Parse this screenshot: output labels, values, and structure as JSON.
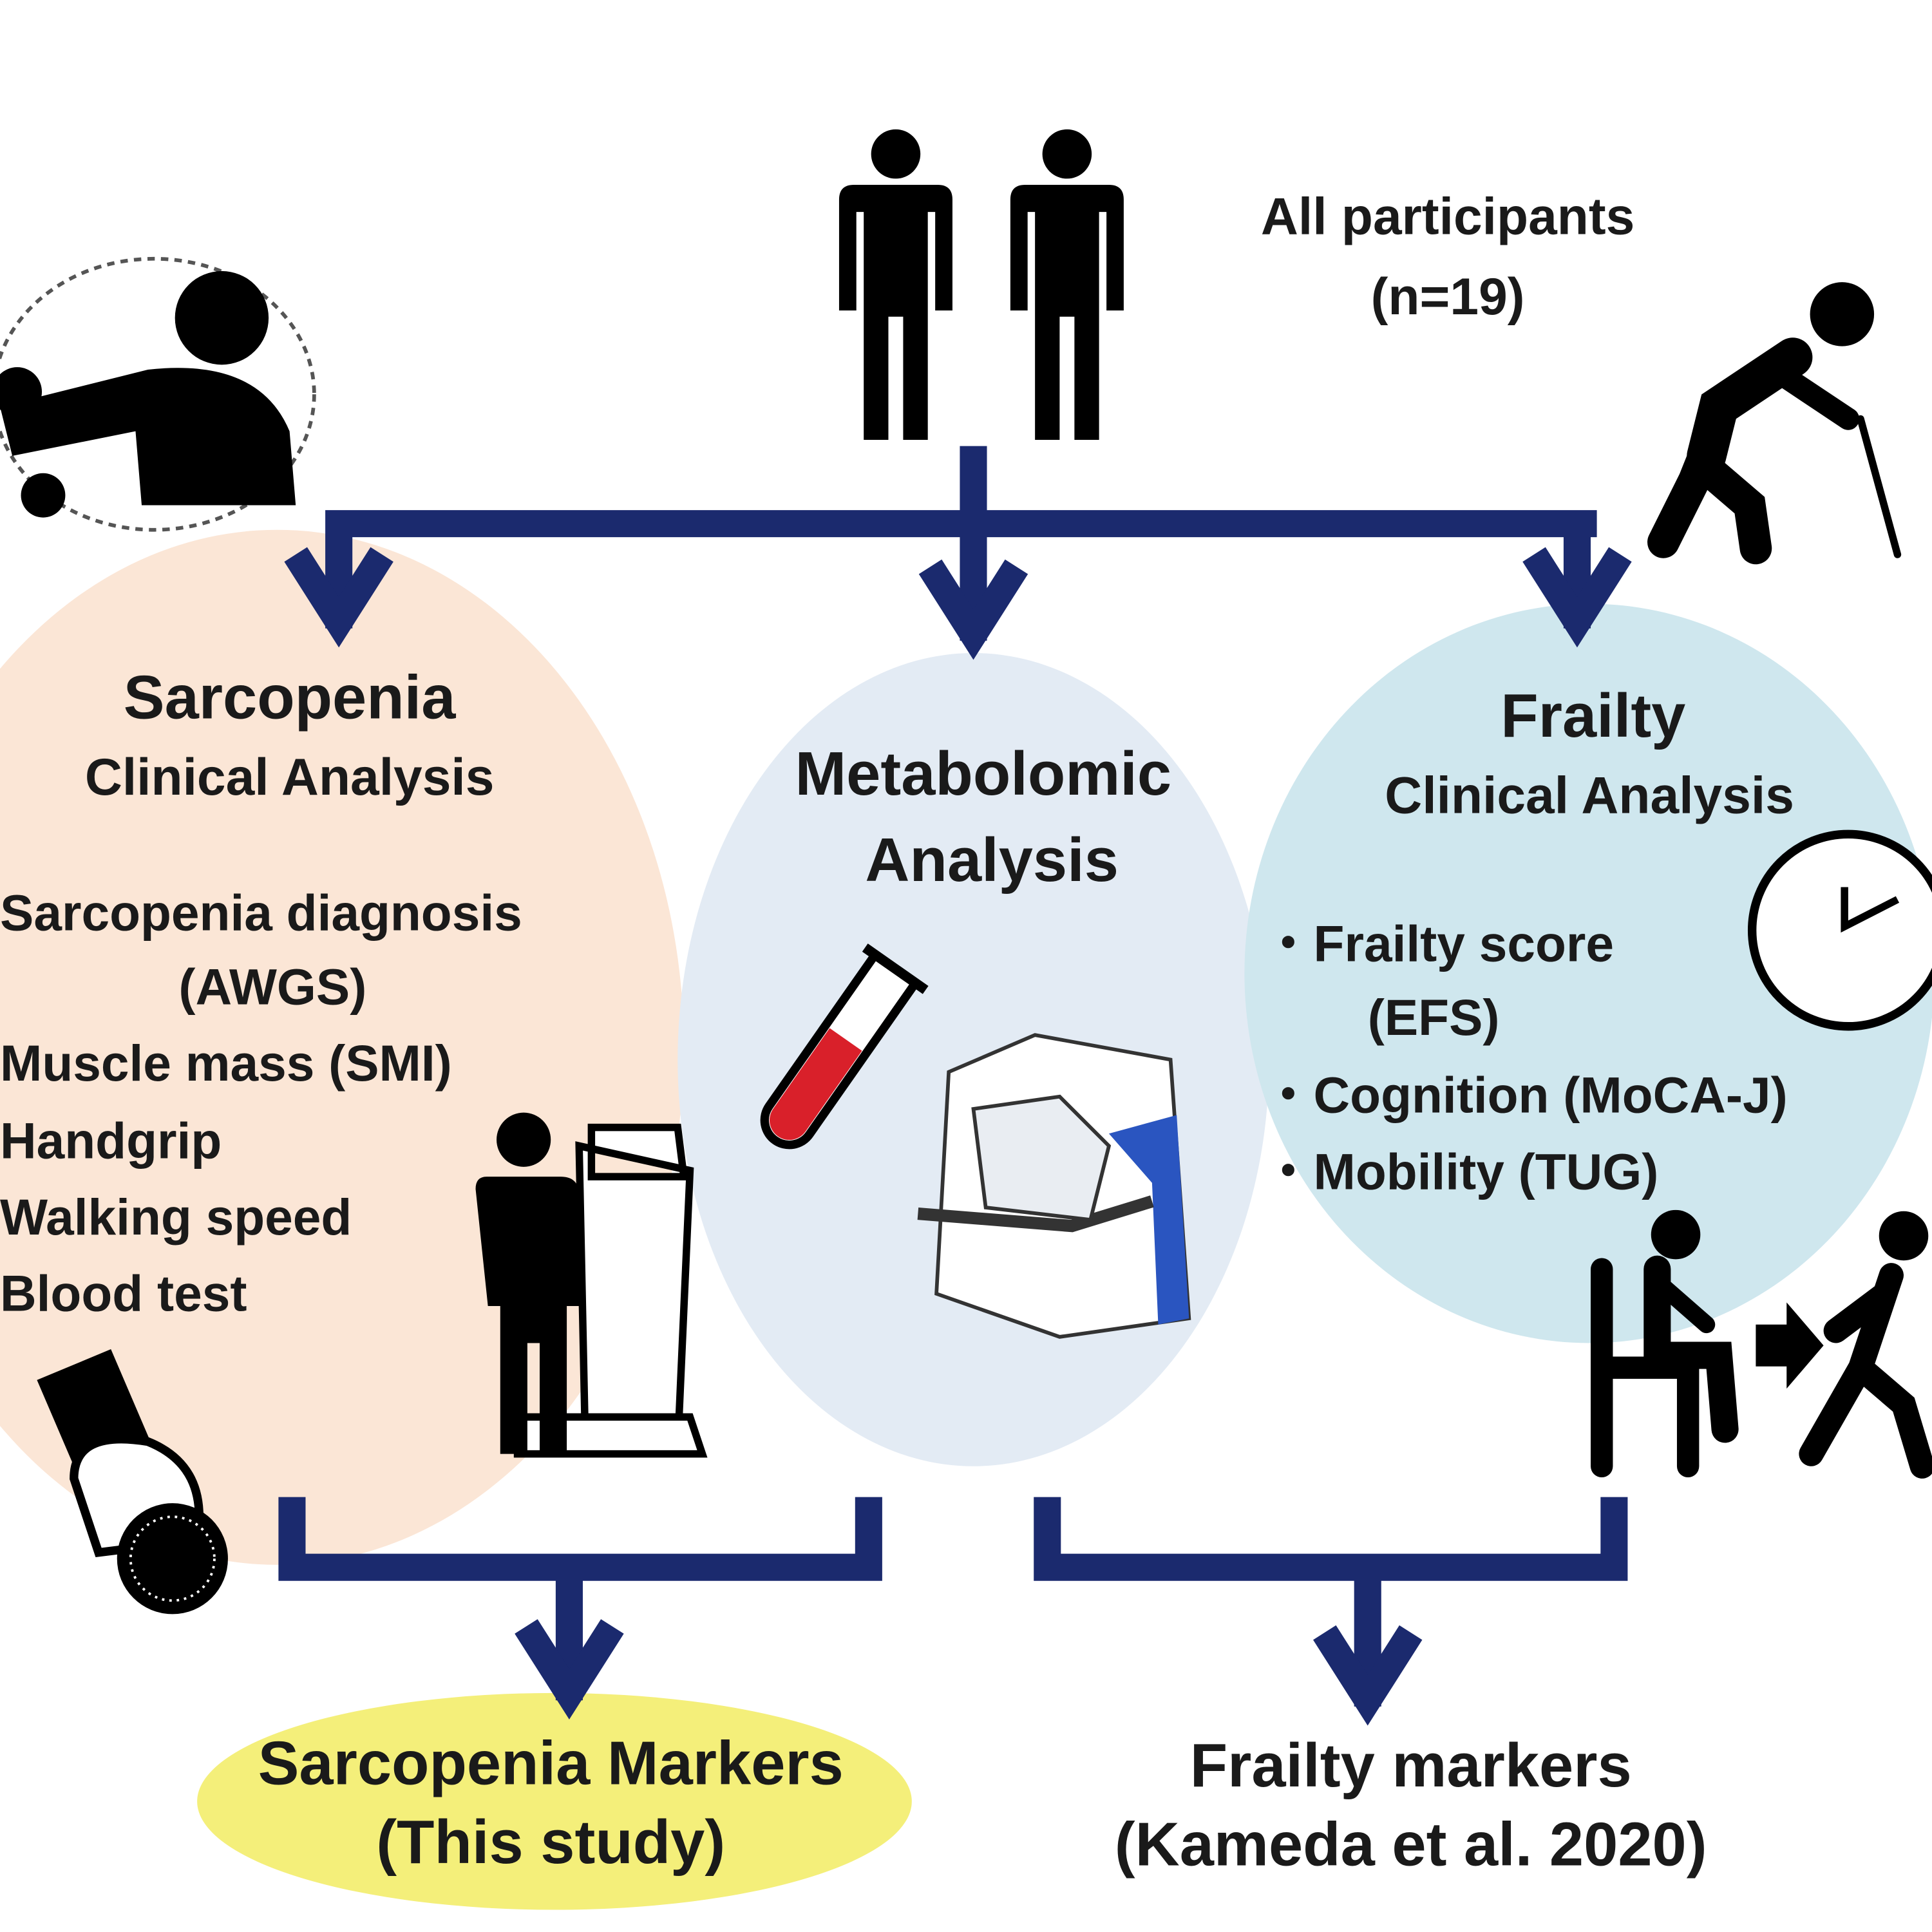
{
  "colors": {
    "arrow": "#1b2a6e",
    "sarcopenia_bg": "#fbe6d6",
    "metabolomic_bg": "#e3ebf4",
    "frailty_bg": "#cfe7ee",
    "highlight": "#f4ef7a",
    "blood": "#d9202a",
    "instrument_accent": "#2a55c0"
  },
  "top": {
    "title": "All participants",
    "count": "(n=19)"
  },
  "sarcopenia": {
    "title": "Sarcopenia",
    "subtitle": "Clinical Analysis",
    "items": [
      "Sarcopenia diagnosis",
      "(AWGS)",
      "Muscle mass (SMI)",
      "Handgrip",
      "Walking speed",
      "Blood test"
    ]
  },
  "metabolomic": {
    "title_line1": "Metabolomic",
    "title_line2": "Analysis"
  },
  "frailty": {
    "title": "Frailty",
    "subtitle": "Clinical Analysis",
    "items": [
      "・Frailty score",
      "(EFS)",
      "・Cognition (MoCA-J)",
      "・Mobility (TUG)"
    ]
  },
  "outputs": {
    "sarcopenia_markers": "Sarcopenia Markers",
    "sarcopenia_note": "(This study)",
    "frailty_markers": "Frailty markers",
    "frailty_note": "(Kameda et al. 2020)"
  },
  "icons": [
    "person-pair-icon",
    "muscle-figure-icon",
    "elderly-cane-icon",
    "body-composition-scale-icon",
    "handgrip-dynamometer-icon",
    "blood-tube-icon",
    "mass-spectrometer-icon",
    "clock-icon",
    "sit-to-walk-icon"
  ]
}
